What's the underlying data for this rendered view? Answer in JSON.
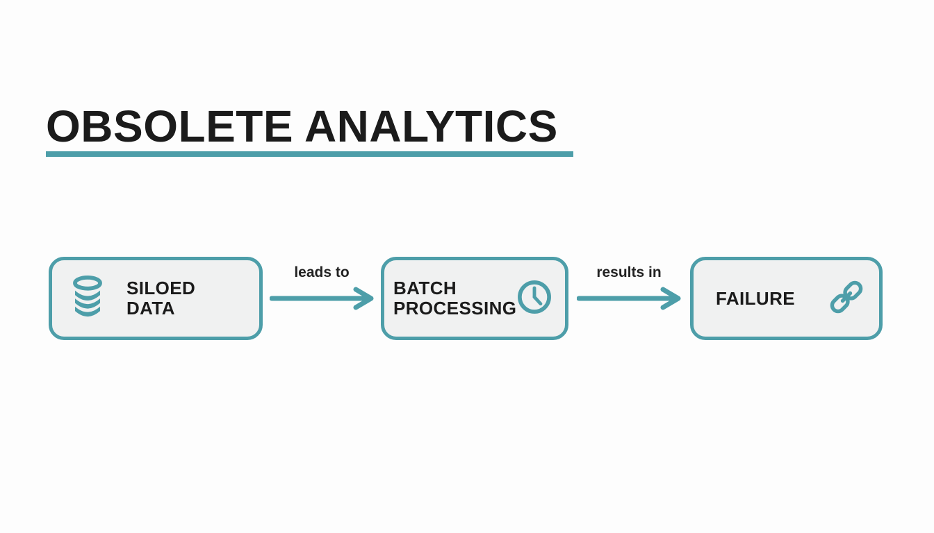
{
  "page": {
    "background": "#fdfdfd"
  },
  "colors": {
    "teal": "#4d9ea9",
    "box_bg": "#f0f1f1",
    "text_dark": "#1b1b1b",
    "page_bg": "#fdfdfd"
  },
  "title": {
    "text": "OBSOLETE ANALYTICS"
  },
  "flow": {
    "nodes": [
      {
        "label": "SILOED DATA",
        "label_lines": [
          "SILOED",
          "DATA"
        ],
        "icon": "database-icon",
        "icon_position": "left"
      },
      {
        "label": "BATCH PROCESSING",
        "label_lines": [
          "BATCH",
          "PROCESSING"
        ],
        "icon": "clock-icon",
        "icon_position": "right"
      },
      {
        "label": "FAILURE",
        "label_lines": [
          "FAILURE"
        ],
        "icon": "chain-link-icon",
        "icon_position": "right"
      }
    ],
    "connectors": [
      {
        "label": "leads to"
      },
      {
        "label": "results in"
      }
    ]
  }
}
